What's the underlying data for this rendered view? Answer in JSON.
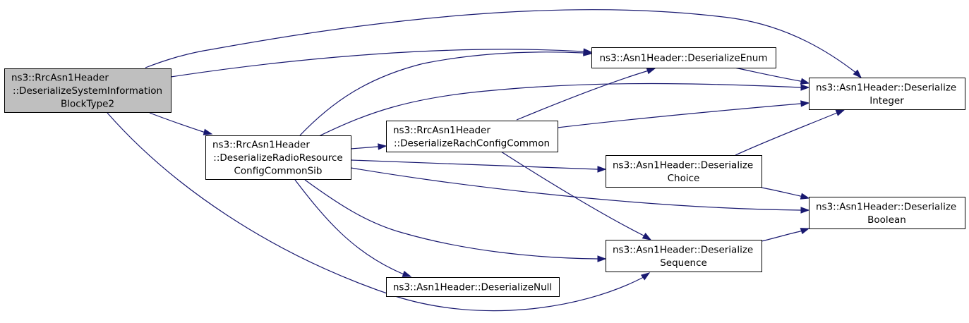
{
  "colors": {
    "root_fill": "#bfbfbf",
    "node_fill": "#ffffff",
    "border": "#000000",
    "edge": "#191970"
  },
  "nodes": [
    {
      "id": "root",
      "lines": [
        "ns3::RrcAsn1Header",
        "::DeserializeSystemInformation",
        "BlockType2"
      ],
      "highlight": true
    },
    {
      "id": "radio",
      "lines": [
        "ns3::RrcAsn1Header",
        "::DeserializeRadioResource",
        "ConfigCommonSib"
      ]
    },
    {
      "id": "rach",
      "lines": [
        "ns3::RrcAsn1Header",
        "::DeserializeRachConfigCommon"
      ]
    },
    {
      "id": "enum",
      "lines": [
        "ns3::Asn1Header::DeserializeEnum"
      ]
    },
    {
      "id": "choice",
      "lines": [
        "ns3::Asn1Header::Deserialize",
        "Choice"
      ]
    },
    {
      "id": "sequence",
      "lines": [
        "ns3::Asn1Header::Deserialize",
        "Sequence"
      ]
    },
    {
      "id": "null",
      "lines": [
        "ns3::Asn1Header::DeserializeNull"
      ]
    },
    {
      "id": "integer",
      "lines": [
        "ns3::Asn1Header::Deserialize",
        "Integer"
      ]
    },
    {
      "id": "boolean",
      "lines": [
        "ns3::Asn1Header::Deserialize",
        "Boolean"
      ]
    }
  ],
  "edges": [
    {
      "from": "root",
      "to": "integer"
    },
    {
      "from": "root",
      "to": "enum"
    },
    {
      "from": "root",
      "to": "radio"
    },
    {
      "from": "root",
      "to": "sequence"
    },
    {
      "from": "radio",
      "to": "enum"
    },
    {
      "from": "radio",
      "to": "integer"
    },
    {
      "from": "radio",
      "to": "rach"
    },
    {
      "from": "radio",
      "to": "choice"
    },
    {
      "from": "radio",
      "to": "boolean"
    },
    {
      "from": "radio",
      "to": "sequence"
    },
    {
      "from": "radio",
      "to": "null"
    },
    {
      "from": "rach",
      "to": "enum"
    },
    {
      "from": "rach",
      "to": "integer"
    },
    {
      "from": "rach",
      "to": "sequence"
    },
    {
      "from": "enum",
      "to": "integer"
    },
    {
      "from": "choice",
      "to": "integer"
    },
    {
      "from": "choice",
      "to": "boolean"
    },
    {
      "from": "sequence",
      "to": "boolean"
    }
  ]
}
